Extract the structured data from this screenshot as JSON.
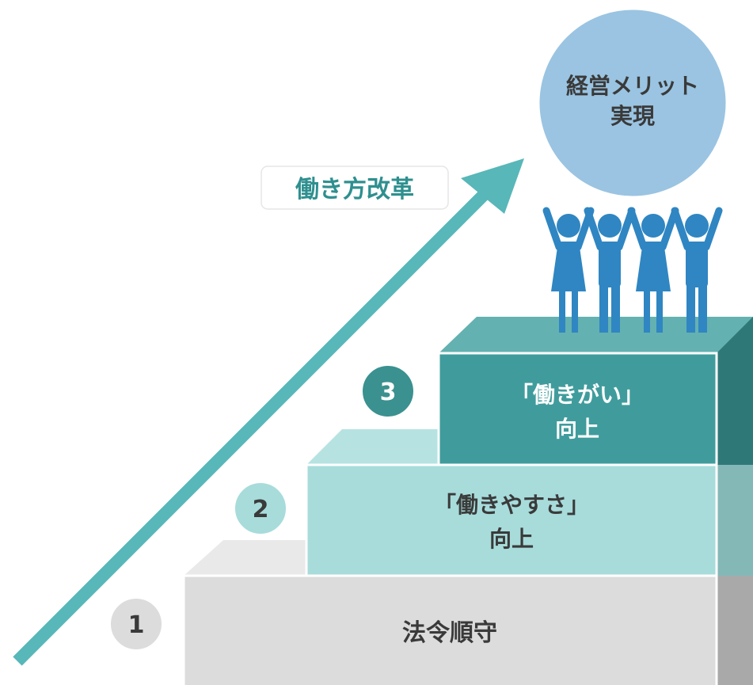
{
  "goal": {
    "line1": "経営メリット",
    "line2": "実現",
    "color": "#9ac4e2"
  },
  "arrow": {
    "label": "働き方改革",
    "color": "#58b7b8"
  },
  "steps": [
    {
      "number": "1",
      "line1": "法令順守",
      "line2": "",
      "front_color": "#dcdcdc",
      "number_color": "#dcdcdc"
    },
    {
      "number": "2",
      "line1": "「働きやすさ」",
      "line2": "向上",
      "front_color": "#a7dcdb",
      "number_color": "#a7dcdb"
    },
    {
      "number": "3",
      "line1": "「働きがい」",
      "line2": "向上",
      "front_color": "#409c9c",
      "number_color": "#3a9190"
    }
  ],
  "people": {
    "icon": "cheering-people-icon",
    "color": "#2f86c2",
    "count": 4
  },
  "colors": {
    "text_dark": "#3a3a3a",
    "text_white": "#ffffff",
    "arrow_text": "#2f8f8f"
  }
}
